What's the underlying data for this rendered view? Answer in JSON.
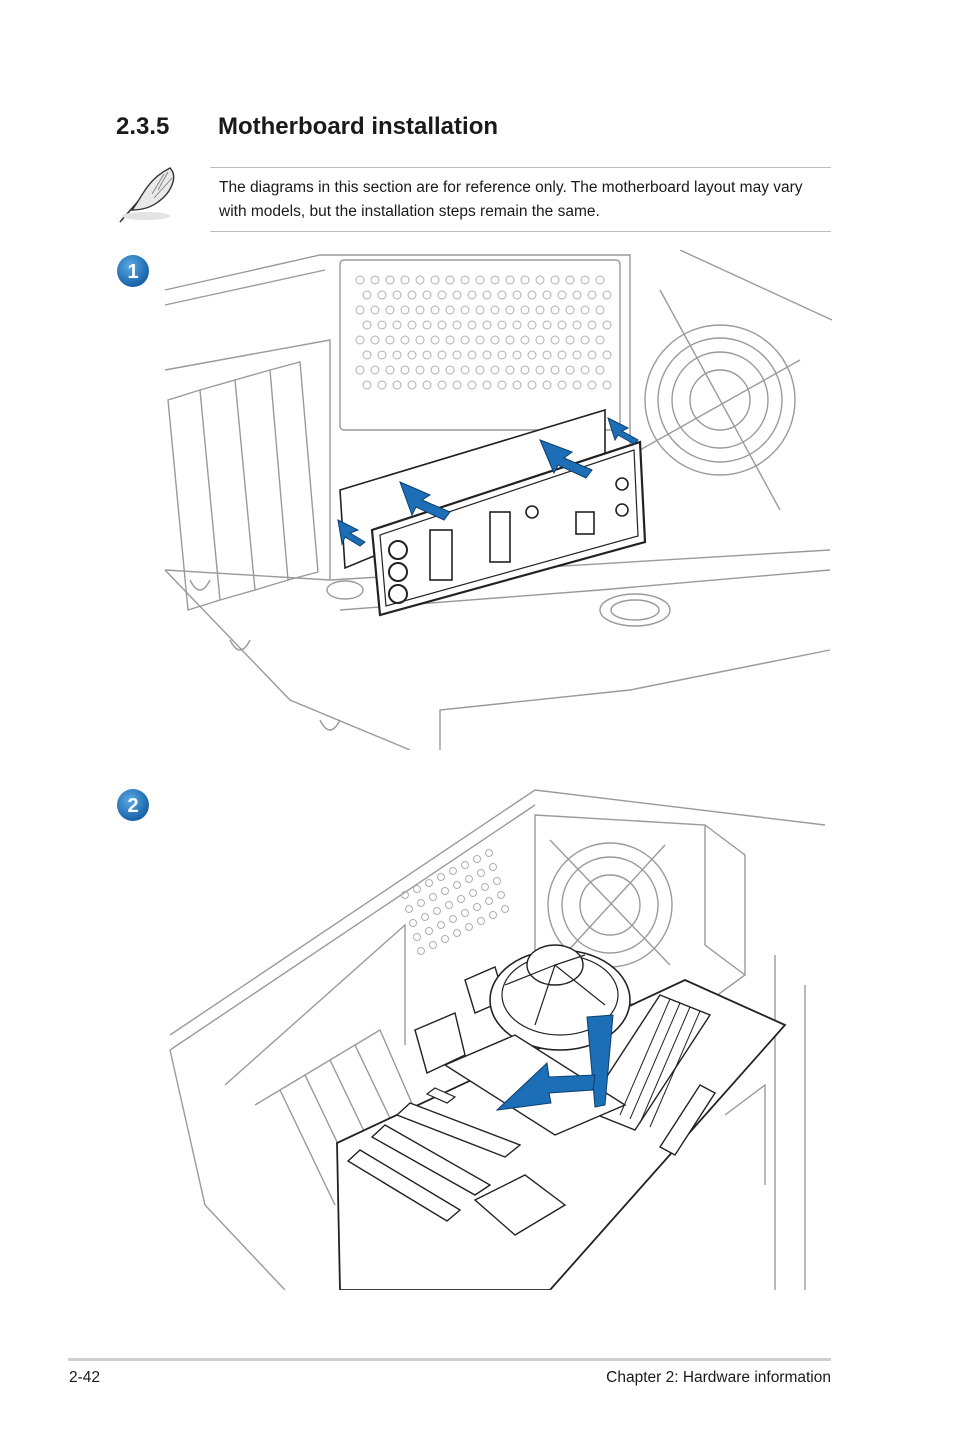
{
  "section": {
    "number": "2.3.5",
    "title": "Motherboard installation"
  },
  "note": {
    "icon": "feather-quill-icon",
    "text": "The diagrams in this section are for reference only. The motherboard layout may vary with models, but the installation steps remain the same."
  },
  "steps": [
    {
      "label": "1",
      "figure": "io-shield-installation-diagram"
    },
    {
      "label": "2",
      "figure": "motherboard-placement-diagram"
    }
  ],
  "colors": {
    "step_badge": "#1e6fb5",
    "arrow": "#1c6fb6",
    "line_art": "#9a9a9a"
  },
  "footer": {
    "page_number": "2-42",
    "chapter": "Chapter 2: Hardware information"
  }
}
